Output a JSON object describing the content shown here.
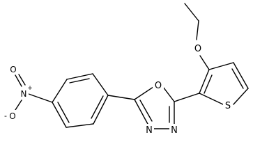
{
  "structure": {
    "atoms": {
      "oxadiazole_o": "O",
      "oxadiazole_n3": "N",
      "oxadiazole_n4": "N",
      "thiophene_s": "S",
      "ethoxy_o": "O",
      "nitro_n": "N",
      "nitro_n_charge": "+",
      "nitro_o_top": "O",
      "nitro_o_bottom": "O",
      "nitro_o_bottom_charge": "-"
    }
  }
}
